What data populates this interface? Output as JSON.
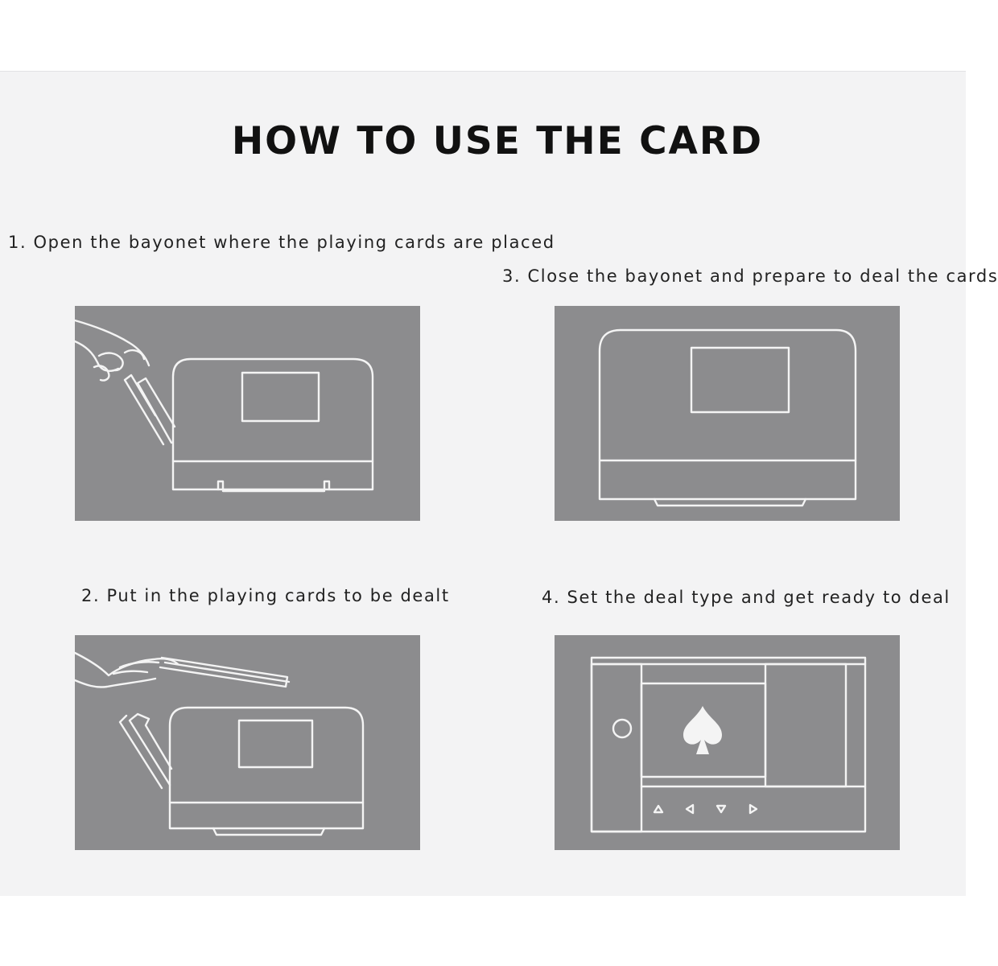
{
  "title": "HOW TO USE THE CARD",
  "colors": {
    "page": "#ffffff",
    "sheet": "#f3f3f4",
    "panel": "#8c8c8e",
    "line": "#f4f4f4",
    "text": "#222222"
  },
  "steps": [
    {
      "label": "1. Open the bayonet where the playing cards are placed"
    },
    {
      "label": "2. Put in the playing cards to be dealt"
    },
    {
      "label": "3. Close the bayonet and prepare to deal the cards"
    },
    {
      "label": "4. Set the deal type and get ready to deal"
    }
  ],
  "icons": {
    "hand": "hand-icon",
    "suit": "spade-icon",
    "arrows": [
      "triangle-up-icon",
      "triangle-left-icon",
      "triangle-down-icon",
      "triangle-right-icon"
    ]
  }
}
